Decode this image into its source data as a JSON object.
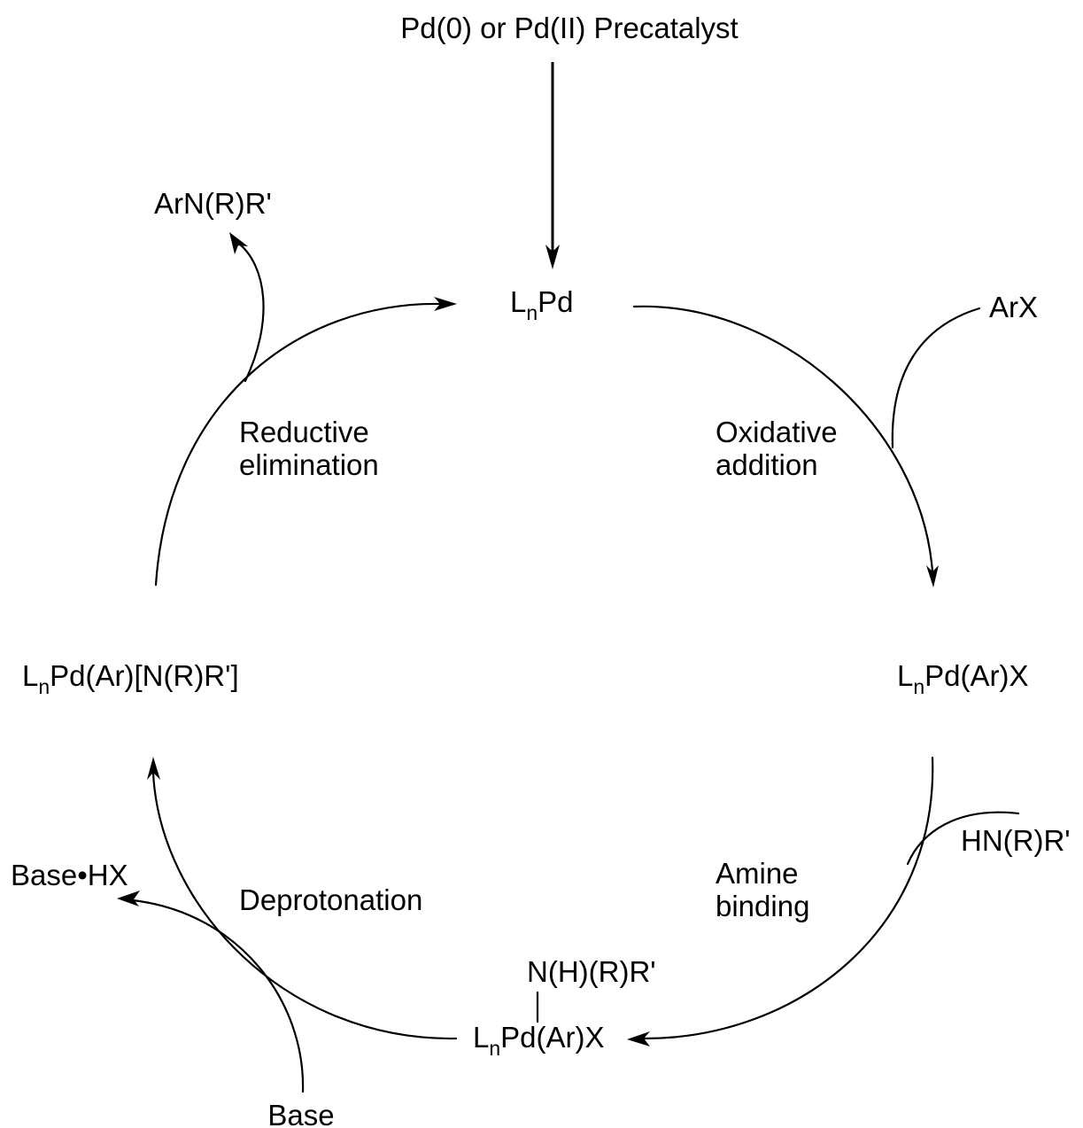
{
  "precatalyst": {
    "label": "Pd(0) or Pd(II) Precatalyst"
  },
  "species": {
    "lnpd": {
      "base": "L",
      "sub": "n",
      "rest": "Pd"
    },
    "oxidative_adduct": {
      "base": "L",
      "sub": "n",
      "rest": "Pd(Ar)X"
    },
    "amine_complex": {
      "ligand": "N(H)(R)R'",
      "base": "L",
      "sub": "n",
      "rest": "Pd(Ar)X"
    },
    "amido_complex": {
      "base": "L",
      "sub": "n",
      "rest": "Pd(Ar)[N(R)R']"
    }
  },
  "reagents": {
    "aryl_halide": "ArX",
    "amine": "HN(R)R'",
    "base": "Base"
  },
  "products": {
    "arylamine": "ArN(R)R'",
    "base_salt": "Base•HX"
  },
  "steps": {
    "oxidative_addition": [
      "Oxidative",
      "addition"
    ],
    "amine_binding": [
      "Amine",
      "binding"
    ],
    "deprotonation": "Deprotonation",
    "reductive_elimination": [
      "Reductive",
      "elimination"
    ]
  }
}
